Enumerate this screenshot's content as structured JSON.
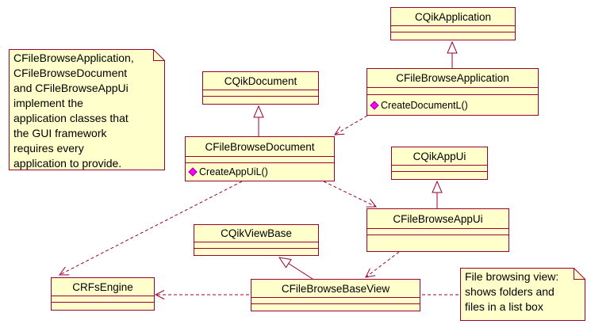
{
  "diagram": {
    "kind": "uml-class-diagram",
    "colors": {
      "box_fill": "#FFFFCC",
      "line": "#990033",
      "method_icon": "#FF00FF",
      "text": "#000000",
      "background": "#FFFFFF"
    },
    "classes": [
      {
        "name": "CQikApplication",
        "methods": []
      },
      {
        "name": "CFileBrowseApplication",
        "methods": [
          "CreateDocumentL()"
        ]
      },
      {
        "name": "CQikDocument",
        "methods": []
      },
      {
        "name": "CFileBrowseDocument",
        "methods": [
          "CreateAppUiL()"
        ]
      },
      {
        "name": "CQikAppUi",
        "methods": []
      },
      {
        "name": "CFileBrowseAppUi",
        "methods": []
      },
      {
        "name": "CQikViewBase",
        "methods": []
      },
      {
        "name": "CFileBrowseBaseView",
        "methods": []
      },
      {
        "name": "CRFsEngine",
        "methods": []
      }
    ],
    "notes": [
      {
        "id": "framework-note",
        "text": "CFileBrowseApplication,\nCFileBrowseDocument\nand CFileBrowseAppUi\nimplement the\napplication classes that\nthe GUI framework\nrequires every\napplication to provide."
      },
      {
        "id": "view-note",
        "text": "File browsing view:\nshows folders and\nfiles in a list box"
      }
    ],
    "relationships": [
      {
        "from": "CFileBrowseApplication",
        "to": "CQikApplication",
        "type": "generalization"
      },
      {
        "from": "CFileBrowseDocument",
        "to": "CQikDocument",
        "type": "generalization"
      },
      {
        "from": "CFileBrowseAppUi",
        "to": "CQikAppUi",
        "type": "generalization"
      },
      {
        "from": "CFileBrowseBaseView",
        "to": "CQikViewBase",
        "type": "generalization"
      },
      {
        "from": "CFileBrowseApplication",
        "to": "CFileBrowseDocument",
        "type": "dependency"
      },
      {
        "from": "CFileBrowseDocument",
        "to": "CFileBrowseAppUi",
        "type": "dependency"
      },
      {
        "from": "CFileBrowseDocument",
        "to": "CRFsEngine",
        "type": "dependency"
      },
      {
        "from": "CFileBrowseAppUi",
        "to": "CFileBrowseBaseView",
        "type": "dependency"
      },
      {
        "from": "CFileBrowseBaseView",
        "to": "CRFsEngine",
        "type": "dependency"
      },
      {
        "from": "view-note",
        "to": "CFileBrowseBaseView",
        "type": "note-anchor"
      }
    ]
  }
}
